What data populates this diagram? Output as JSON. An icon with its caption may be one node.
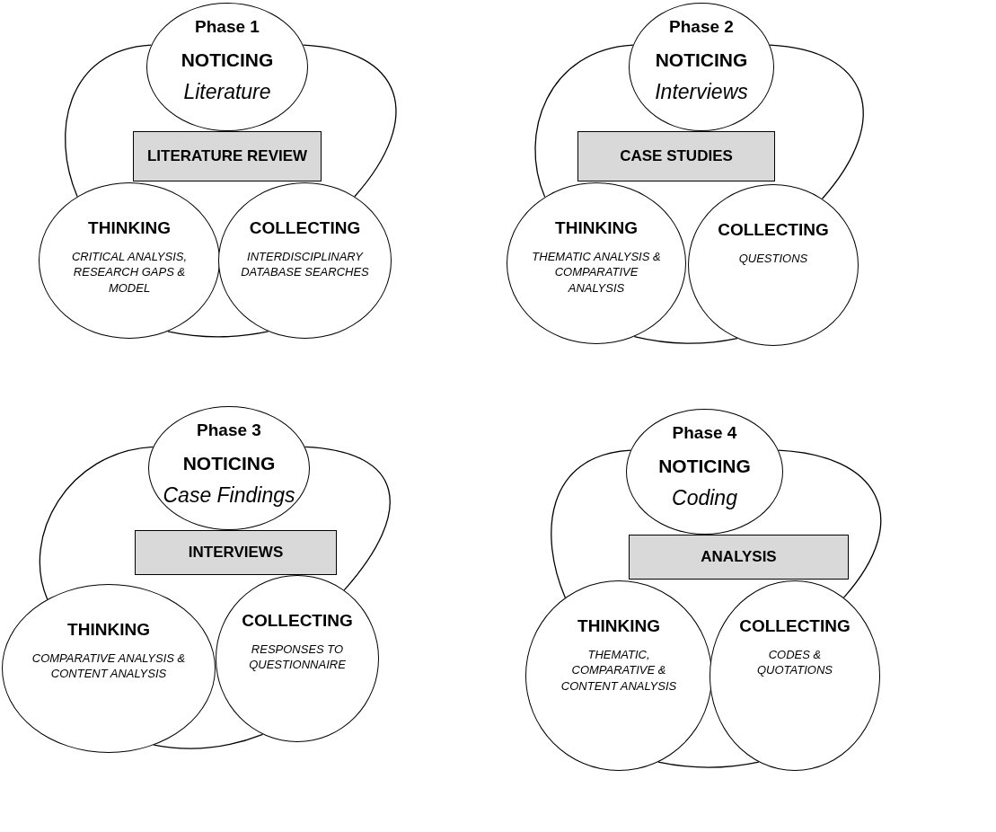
{
  "diagram": {
    "nodes": [
      {
        "text": [
          "Phase 1",
          "NOTICING",
          "Literature"
        ]
      },
      {
        "text": [
          "LITERATURE REVIEW"
        ]
      },
      {
        "text": [
          "THINKING",
          "CRITICAL ANALYSIS, RESEARCH GAPS & MODEL"
        ]
      },
      {
        "text": [
          "COLLECTING",
          "INTERDISCIPLINARY DATABASE SEARCHES"
        ]
      },
      {
        "text": [
          "Phase 2",
          "NOTICING",
          "Interviews"
        ]
      },
      {
        "text": [
          "CASE STUDIES"
        ]
      },
      {
        "text": [
          "THINKING",
          "THEMATIC ANALYSIS & COMPARATIVE ANALYSIS"
        ]
      },
      {
        "text": [
          "COLLECTING",
          "QUESTIONS"
        ]
      },
      {
        "text": [
          "Phase 3",
          "NOTICING",
          "Case Findings"
        ]
      },
      {
        "text": [
          "INTERVIEWS"
        ]
      },
      {
        "text": [
          "THINKING",
          "COMPARATIVE ANALYSIS & CONTENT ANALYSIS"
        ]
      },
      {
        "text": [
          "COLLECTING",
          "RESPONSES TO QUESTIONNAIRE"
        ]
      },
      {
        "text": [
          "Phase 4",
          "NOTICING",
          "Coding"
        ]
      },
      {
        "text": [
          "ANALYSIS"
        ]
      },
      {
        "text": [
          "THINKING",
          "THEMATIC, COMPARATIVE & CONTENT ANALYSIS"
        ]
      },
      {
        "text": [
          "COLLECTING",
          "CODES & QUOTATIONS"
        ]
      }
    ],
    "edges": [
      {
        "from": 0,
        "to": 2,
        "arrow": "none"
      },
      {
        "from": 0,
        "to": 3,
        "arrow": "none"
      },
      {
        "from": 2,
        "to": 3,
        "arrow": "none"
      },
      {
        "from": 4,
        "to": 6,
        "arrow": "none"
      },
      {
        "from": 4,
        "to": 7,
        "arrow": "none"
      },
      {
        "from": 6,
        "to": 7,
        "arrow": "none"
      },
      {
        "from": 8,
        "to": 10,
        "arrow": "none"
      },
      {
        "from": 8,
        "to": 11,
        "arrow": "none"
      },
      {
        "from": 10,
        "to": 11,
        "arrow": "none"
      },
      {
        "from": 12,
        "to": 14,
        "arrow": "none"
      },
      {
        "from": 12,
        "to": 15,
        "arrow": "none"
      },
      {
        "from": 14,
        "to": 15,
        "arrow": "none"
      }
    ]
  }
}
